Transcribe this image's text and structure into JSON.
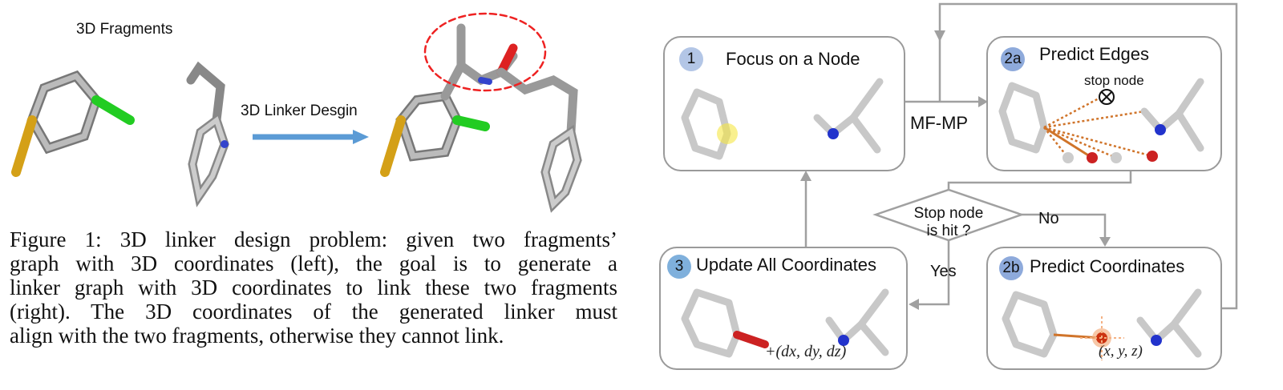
{
  "left_figure": {
    "fragments_label": "3D Fragments",
    "arrow_label": "3D Linker Desgin"
  },
  "caption": {
    "lines": [
      "Figure 1: 3D linker design problem: given two fragments’",
      "graph with 3D coordinates (left), the goal is to generate a",
      "linker graph with 3D coordinates to link these two fragments",
      "(right).  The 3D coordinates of the generated linker must",
      "align with the two fragments, otherwise they cannot link."
    ]
  },
  "flow": {
    "step1": {
      "badge": "1",
      "title": "Focus on a Node",
      "color": "#b3c6e6"
    },
    "step2a": {
      "badge": "2a",
      "title": "Predict Edges",
      "stop_label": "stop node",
      "color": "#8eaadb"
    },
    "step2b": {
      "badge": "2b",
      "title": "Predict Coordinates",
      "coord_label": "(x, y, z)",
      "color": "#8eaadb"
    },
    "step3": {
      "badge": "3",
      "title": "Update All Coordinates",
      "delta_label": "+(dx, dy, dz)",
      "color": "#7fb0dc"
    },
    "edge_label": "MF-MP",
    "decision": "Stop node",
    "decision2": "is hit ?",
    "no_label": "No",
    "yes_label": "Yes"
  }
}
